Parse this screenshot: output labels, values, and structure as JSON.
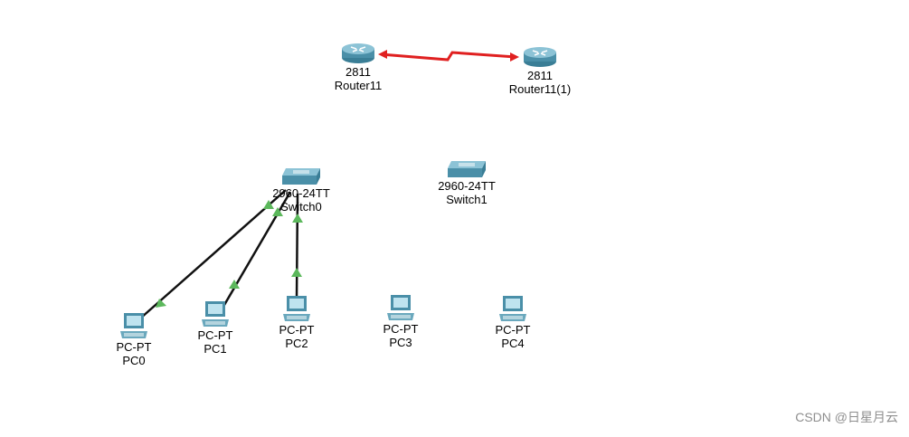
{
  "topology": {
    "routers": [
      {
        "id": "r0",
        "model": "2811",
        "name": "Router11"
      },
      {
        "id": "r1",
        "model": "2811",
        "name": "Router11(1)"
      }
    ],
    "switches": [
      {
        "id": "s0",
        "model": "2960-24TT",
        "name": "Switch0"
      },
      {
        "id": "s1",
        "model": "2960-24TT",
        "name": "Switch1"
      }
    ],
    "pcs": [
      {
        "id": "pc0",
        "model": "PC-PT",
        "name": "PC0"
      },
      {
        "id": "pc1",
        "model": "PC-PT",
        "name": "PC1"
      },
      {
        "id": "pc2",
        "model": "PC-PT",
        "name": "PC2"
      },
      {
        "id": "pc3",
        "model": "PC-PT",
        "name": "PC3"
      },
      {
        "id": "pc4",
        "model": "PC-PT",
        "name": "PC4"
      }
    ],
    "links": [
      {
        "from": "r0",
        "to": "r1",
        "type": "serial",
        "status": "down"
      },
      {
        "from": "pc0",
        "to": "s0",
        "type": "copper-straight",
        "status": "up"
      },
      {
        "from": "pc1",
        "to": "s0",
        "type": "copper-straight",
        "status": "up"
      },
      {
        "from": "pc2",
        "to": "s0",
        "type": "copper-straight",
        "status": "up"
      }
    ]
  },
  "watermark": "CSDN @日星月云",
  "colors": {
    "serial_link": "#e02020",
    "copper_link": "#111111",
    "link_up": "#5cb85c",
    "link_down": "#e02020",
    "device_body": "#4a8fa8",
    "device_light": "#8cc3d6"
  }
}
